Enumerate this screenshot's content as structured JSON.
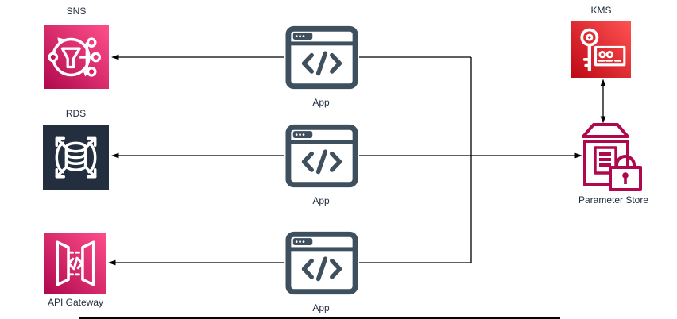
{
  "nodes": {
    "sns": {
      "label": "SNS",
      "icon": "sns-topic-icon"
    },
    "rds": {
      "label": "RDS",
      "icon": "rds-database-icon"
    },
    "api_gateway": {
      "label": "API Gateway",
      "icon": "api-gateway-icon"
    },
    "app_top": {
      "label": "App",
      "icon": "app-browser-code-icon"
    },
    "app_middle": {
      "label": "App",
      "icon": "app-browser-code-icon"
    },
    "app_bottom": {
      "label": "App",
      "icon": "app-browser-code-icon"
    },
    "kms": {
      "label": "KMS",
      "icon": "kms-key-icon"
    },
    "parameter_store": {
      "label": "Parameter Store",
      "icon": "parameter-store-lock-icon"
    }
  },
  "edges": [
    {
      "from": "app_top",
      "to": "sns",
      "type": "arrow"
    },
    {
      "from": "app_middle",
      "to": "rds",
      "type": "arrow"
    },
    {
      "from": "app_bottom",
      "to": "api_gateway",
      "type": "arrow"
    },
    {
      "from": "app_top",
      "to": "parameter_store",
      "type": "arrow-via-bus"
    },
    {
      "from": "app_middle",
      "to": "parameter_store",
      "type": "arrow"
    },
    {
      "from": "app_bottom",
      "to": "parameter_store",
      "type": "arrow-via-bus"
    },
    {
      "from": "kms",
      "to": "parameter_store",
      "type": "double-arrow"
    }
  ],
  "colors": {
    "sns_gradient_start": "#B0084D",
    "sns_gradient_end": "#FF4F8B",
    "api_gateway_gradient_start": "#B0084D",
    "api_gateway_gradient_end": "#FF4F8B",
    "kms_gradient_start": "#BD0816",
    "kms_gradient_end": "#FF5252",
    "rds_background": "#232F3E",
    "app_outline": "#3E4F5E",
    "parameter_store_outline": "#B0084D",
    "connector": "#000000",
    "label_text": "#232F3E"
  }
}
